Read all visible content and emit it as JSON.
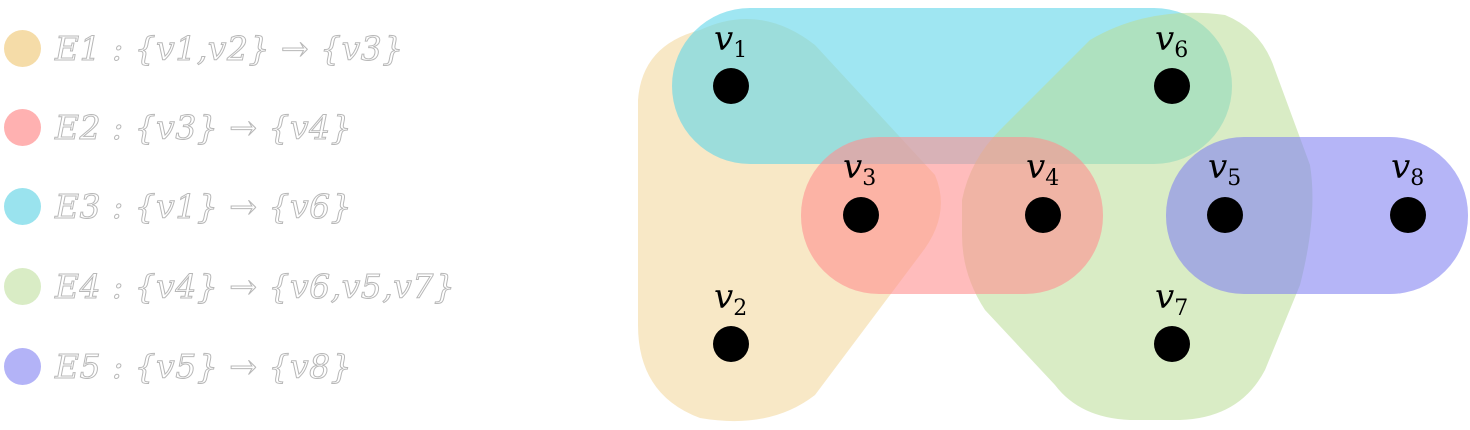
{
  "colors": {
    "E1": "#f5dca8",
    "E2": "#ff8f8f",
    "E3": "#5fd6ea",
    "E4": "#b9dc96",
    "E5": "#7f7ff2",
    "vertex": "#000000"
  },
  "legend": {
    "items": [
      {
        "id": "E1",
        "text": "E1 : {v1,v2} → {v3}"
      },
      {
        "id": "E2",
        "text": "E2 : {v3} → {v4}"
      },
      {
        "id": "E3",
        "text": "E3 : {v1} → {v6}"
      },
      {
        "id": "E4",
        "text": "E4 : {v4} → {v6,v5,v7}"
      },
      {
        "id": "E5",
        "text": "E5 : {v5} → {v8}"
      }
    ]
  },
  "diagram": {
    "vertices": [
      {
        "id": "v1",
        "label": "v",
        "sub": "1"
      },
      {
        "id": "v2",
        "label": "v",
        "sub": "2"
      },
      {
        "id": "v3",
        "label": "v",
        "sub": "3"
      },
      {
        "id": "v4",
        "label": "v",
        "sub": "4"
      },
      {
        "id": "v5",
        "label": "v",
        "sub": "5"
      },
      {
        "id": "v6",
        "label": "v",
        "sub": "6"
      },
      {
        "id": "v7",
        "label": "v",
        "sub": "7"
      },
      {
        "id": "v8",
        "label": "v",
        "sub": "8"
      }
    ],
    "hyperedges": [
      {
        "id": "E1",
        "tail": [
          "v1",
          "v2"
        ],
        "head": [
          "v3"
        ]
      },
      {
        "id": "E2",
        "tail": [
          "v3"
        ],
        "head": [
          "v4"
        ]
      },
      {
        "id": "E3",
        "tail": [
          "v1"
        ],
        "head": [
          "v6"
        ]
      },
      {
        "id": "E4",
        "tail": [
          "v4"
        ],
        "head": [
          "v6",
          "v5",
          "v7"
        ]
      },
      {
        "id": "E5",
        "tail": [
          "v5"
        ],
        "head": [
          "v8"
        ]
      }
    ]
  }
}
